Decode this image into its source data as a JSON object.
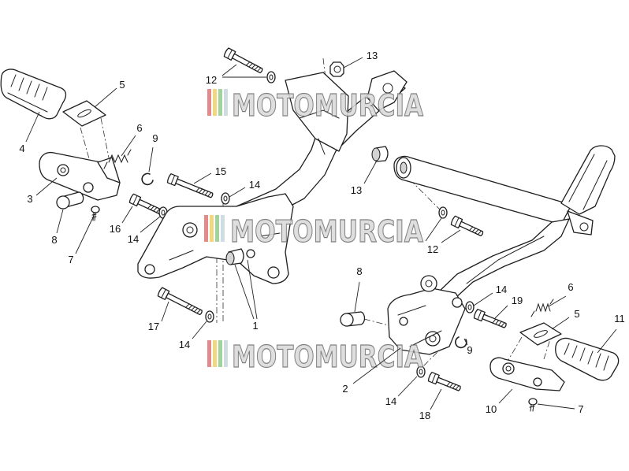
{
  "watermark": {
    "text": "MOTOMURCIA",
    "bar_colors": [
      "#e27b7b",
      "#f2d26e",
      "#93cf8f",
      "#c9d9df"
    ],
    "text_fill": "#dadada",
    "text_stroke": "#707070"
  },
  "colors": {
    "line": "#1e1e1e",
    "fill": "#ffffff"
  },
  "callouts": [
    "5",
    "4",
    "6",
    "9",
    "3",
    "8",
    "7",
    "16",
    "14",
    "15",
    "14",
    "12",
    "13",
    "13",
    "12",
    "17",
    "14",
    "1",
    "8",
    "14",
    "19",
    "6",
    "5",
    "11",
    "9",
    "2",
    "14",
    "18",
    "10",
    "7"
  ]
}
